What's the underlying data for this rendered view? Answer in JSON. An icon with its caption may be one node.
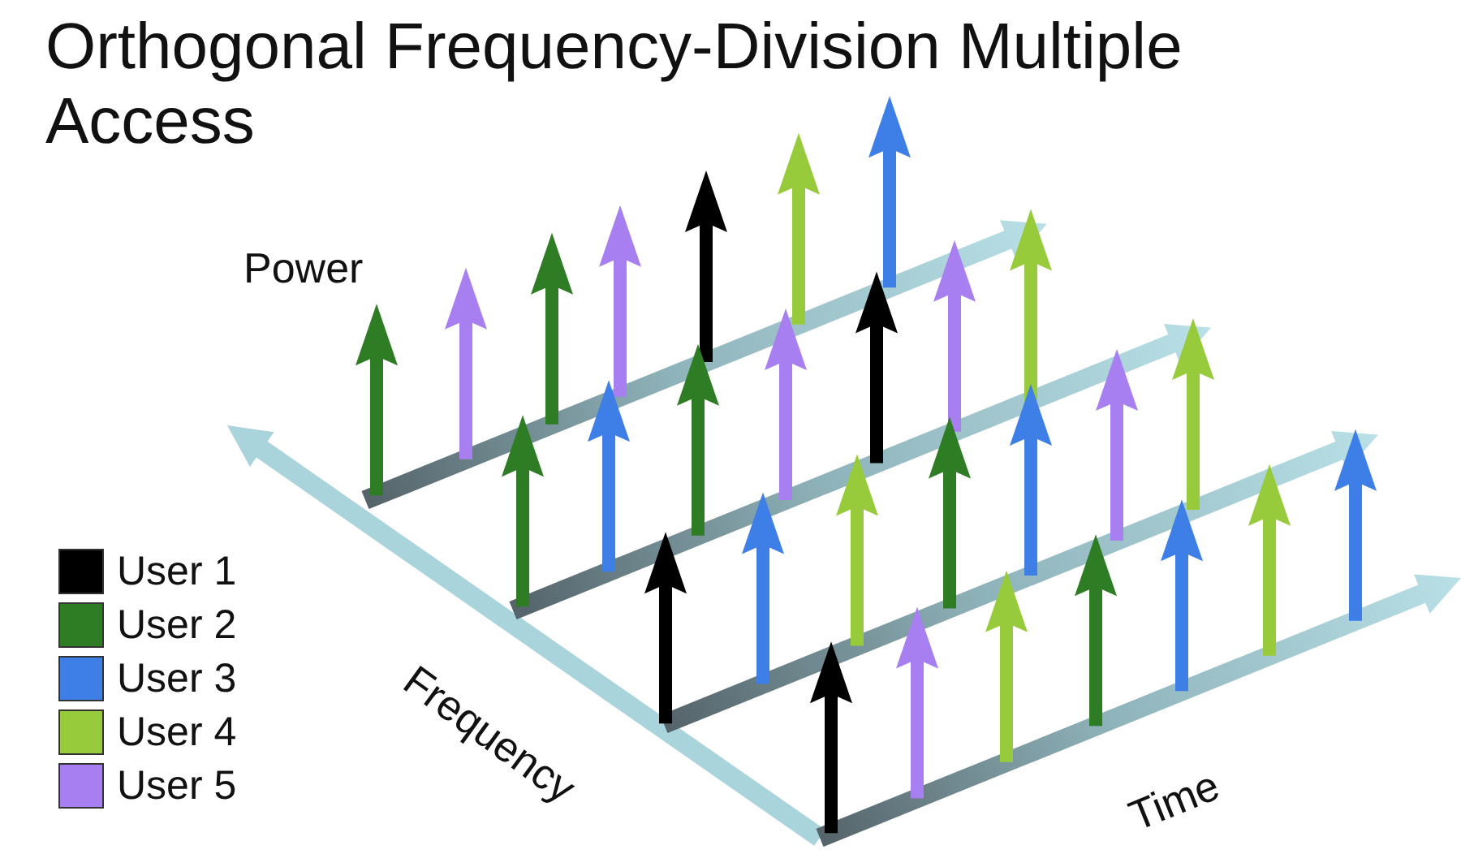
{
  "diagram": {
    "title": "Orthogonal Frequency-Division Multiple Access",
    "labels": [
      "Power",
      "Frequency",
      "Time"
    ],
    "legend": [
      {
        "text": "User 1",
        "color": "#000000"
      },
      {
        "text": "User 2",
        "color": "#2e7d24"
      },
      {
        "text": "User 3",
        "color": "#3d7fe6"
      },
      {
        "text": "User 4",
        "color": "#98cb3c"
      },
      {
        "text": "User 5",
        "color": "#a87ff0"
      }
    ]
  }
}
